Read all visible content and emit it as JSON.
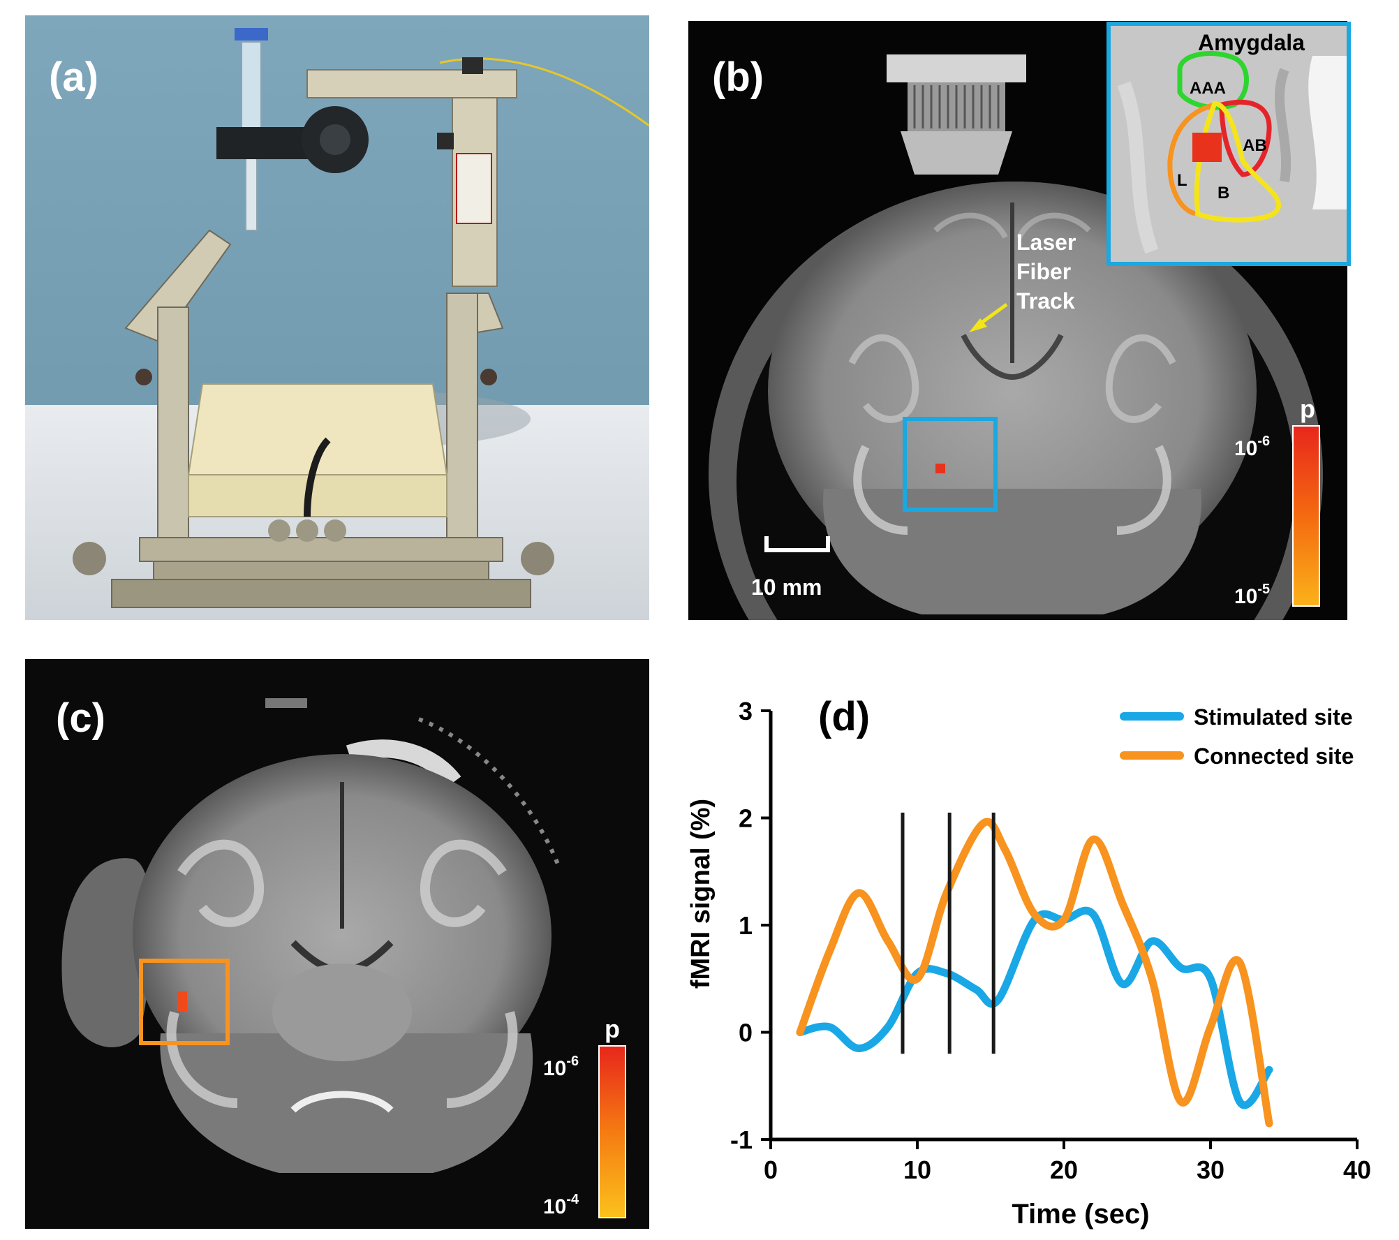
{
  "panels": {
    "a": {
      "letter": "(a)"
    },
    "b": {
      "letter": "(b)",
      "inset_title": "Amygdala",
      "regions": [
        "AAA",
        "AB",
        "L",
        "B"
      ],
      "annotation": [
        "Laser",
        "Fiber",
        "Track"
      ],
      "scale_bar": "10 mm",
      "colorbar": {
        "title": "p",
        "top_base": "10",
        "top_exp": "-6",
        "bottom_base": "10",
        "bottom_exp": "-5"
      }
    },
    "c": {
      "letter": "(c)",
      "colorbar": {
        "title": "p",
        "top_base": "10",
        "top_exp": "-6",
        "bottom_base": "10",
        "bottom_exp": "-4"
      }
    },
    "d": {
      "letter": "(d)"
    }
  },
  "colors": {
    "stimulated": "#1aa7e6",
    "connected": "#f7931e",
    "roi_blue": "#1ba8e0",
    "roi_orange": "#f7931e",
    "activation": "#e8321c"
  },
  "chart_data": {
    "type": "line",
    "title": "",
    "xlabel": "Time (sec)",
    "ylabel": "fMRI signal (%)",
    "xlim": [
      0,
      40
    ],
    "ylim": [
      -1,
      3
    ],
    "xticks": [
      0,
      10,
      20,
      30,
      40
    ],
    "yticks": [
      -1,
      0,
      1,
      2,
      3
    ],
    "legend_position": "top-right",
    "stimulus_lines_x": [
      9,
      12.2,
      15.2
    ],
    "series": [
      {
        "name": "Stimulated site",
        "color": "#1aa7e6",
        "x": [
          2,
          4,
          6,
          8,
          10,
          12,
          14,
          15.5,
          18,
          20,
          22,
          24,
          26,
          28,
          30,
          32,
          34
        ],
        "y": [
          0,
          0.05,
          -0.15,
          0.05,
          0.55,
          0.55,
          0.4,
          0.3,
          1.05,
          1.05,
          1.1,
          0.45,
          0.85,
          0.6,
          0.5,
          -0.65,
          -0.35
        ]
      },
      {
        "name": "Connected site",
        "color": "#f7931e",
        "x": [
          2,
          4,
          6,
          8,
          10,
          12,
          14.5,
          16,
          18,
          20,
          22,
          24,
          26,
          28,
          30,
          32,
          34
        ],
        "y": [
          0,
          0.75,
          1.3,
          0.85,
          0.5,
          1.3,
          1.95,
          1.7,
          1.1,
          1.05,
          1.8,
          1.2,
          0.5,
          -0.65,
          0.05,
          0.65,
          -0.85
        ]
      }
    ]
  }
}
